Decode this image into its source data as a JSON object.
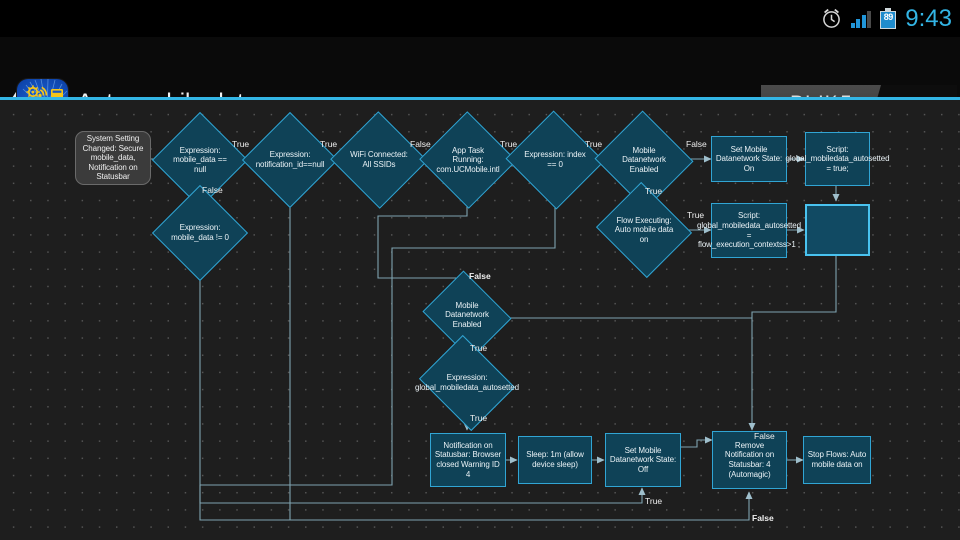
{
  "statusbar": {
    "icons": [
      "alarm-icon",
      "signal-icon",
      "battery-icon"
    ],
    "battery_percent": "89",
    "time": "9:43"
  },
  "actionbar": {
    "back_label": "❮",
    "app_icon": "automagic-app-icon",
    "title": "Auto mobile data on",
    "toggle_label": "ВЫКЛ",
    "toggle_state": "off",
    "accent_color": "#33b5e5"
  },
  "canvas": {
    "background": "#1e1e1e",
    "node_fill": "#0f4257",
    "node_border": "#31a5d4",
    "trigger_fill": "#3b3b3b",
    "selected_border": "#49c3f0",
    "edge_color": "#7fa3b0"
  },
  "nodes": [
    {
      "id": "n1",
      "type": "trigger",
      "label": "System Setting Changed: Secure mobile_data, Notification on Statusbar"
    },
    {
      "id": "n2",
      "type": "condition",
      "label": "Expression: mobile_data == null"
    },
    {
      "id": "n3",
      "type": "condition",
      "label": "Expression: mobile_data != 0"
    },
    {
      "id": "n4",
      "type": "condition",
      "label": "Expression: notification_id==null"
    },
    {
      "id": "n5",
      "type": "condition",
      "label": "WiFi Connected: All SSIDs"
    },
    {
      "id": "n6",
      "type": "condition",
      "label": "App Task Running: com.UCMobile.intl"
    },
    {
      "id": "n7",
      "type": "condition",
      "label": "Expression: index == 0"
    },
    {
      "id": "n8",
      "type": "condition",
      "label": "Mobile Datanetwork Enabled"
    },
    {
      "id": "n9",
      "type": "action",
      "label": "Set Mobile Datanetwork State: On"
    },
    {
      "id": "n10",
      "type": "action",
      "label": "Script: global_mobiledata_autosetted = true;"
    },
    {
      "id": "n11",
      "type": "condition",
      "label": "Flow Executing: Auto mobile data on"
    },
    {
      "id": "n12",
      "type": "action",
      "label": "Script: global_mobiledata_autosetted = flow_execution_contextss>1 ;"
    },
    {
      "id": "n13",
      "type": "action",
      "label": "",
      "selected": true
    },
    {
      "id": "n14",
      "type": "condition",
      "label": "Mobile Datanetwork Enabled"
    },
    {
      "id": "n15",
      "type": "condition",
      "label": "Expression: global_mobiledata_autosetted"
    },
    {
      "id": "n16",
      "type": "action",
      "label": "Notification on Statusbar: Browser closed Warning ID 4"
    },
    {
      "id": "n17",
      "type": "action",
      "label": "Sleep: 1m (allow device sleep)"
    },
    {
      "id": "n18",
      "type": "action",
      "label": "Set Mobile Datanetwork State: Off"
    },
    {
      "id": "n19",
      "type": "action",
      "label": "Remove Notification on Statusbar: 4 (Automagic)"
    },
    {
      "id": "n20",
      "type": "action",
      "label": "Stop Flows: Auto mobile data on"
    }
  ],
  "edge_labels": [
    {
      "id": "e1",
      "text": "True"
    },
    {
      "id": "e2",
      "text": "False"
    },
    {
      "id": "e3",
      "text": "True"
    },
    {
      "id": "e4",
      "text": "False"
    },
    {
      "id": "e5",
      "text": "True"
    },
    {
      "id": "e6",
      "text": "True"
    },
    {
      "id": "e7",
      "text": "True"
    },
    {
      "id": "e8",
      "text": "False"
    },
    {
      "id": "e9",
      "text": "True"
    },
    {
      "id": "e10",
      "text": "True"
    },
    {
      "id": "e11",
      "text": "False"
    },
    {
      "id": "e12",
      "text": "True"
    },
    {
      "id": "e13",
      "text": "True"
    },
    {
      "id": "e14",
      "text": "False"
    },
    {
      "id": "e15",
      "text": "True"
    },
    {
      "id": "e16",
      "text": "False"
    }
  ]
}
